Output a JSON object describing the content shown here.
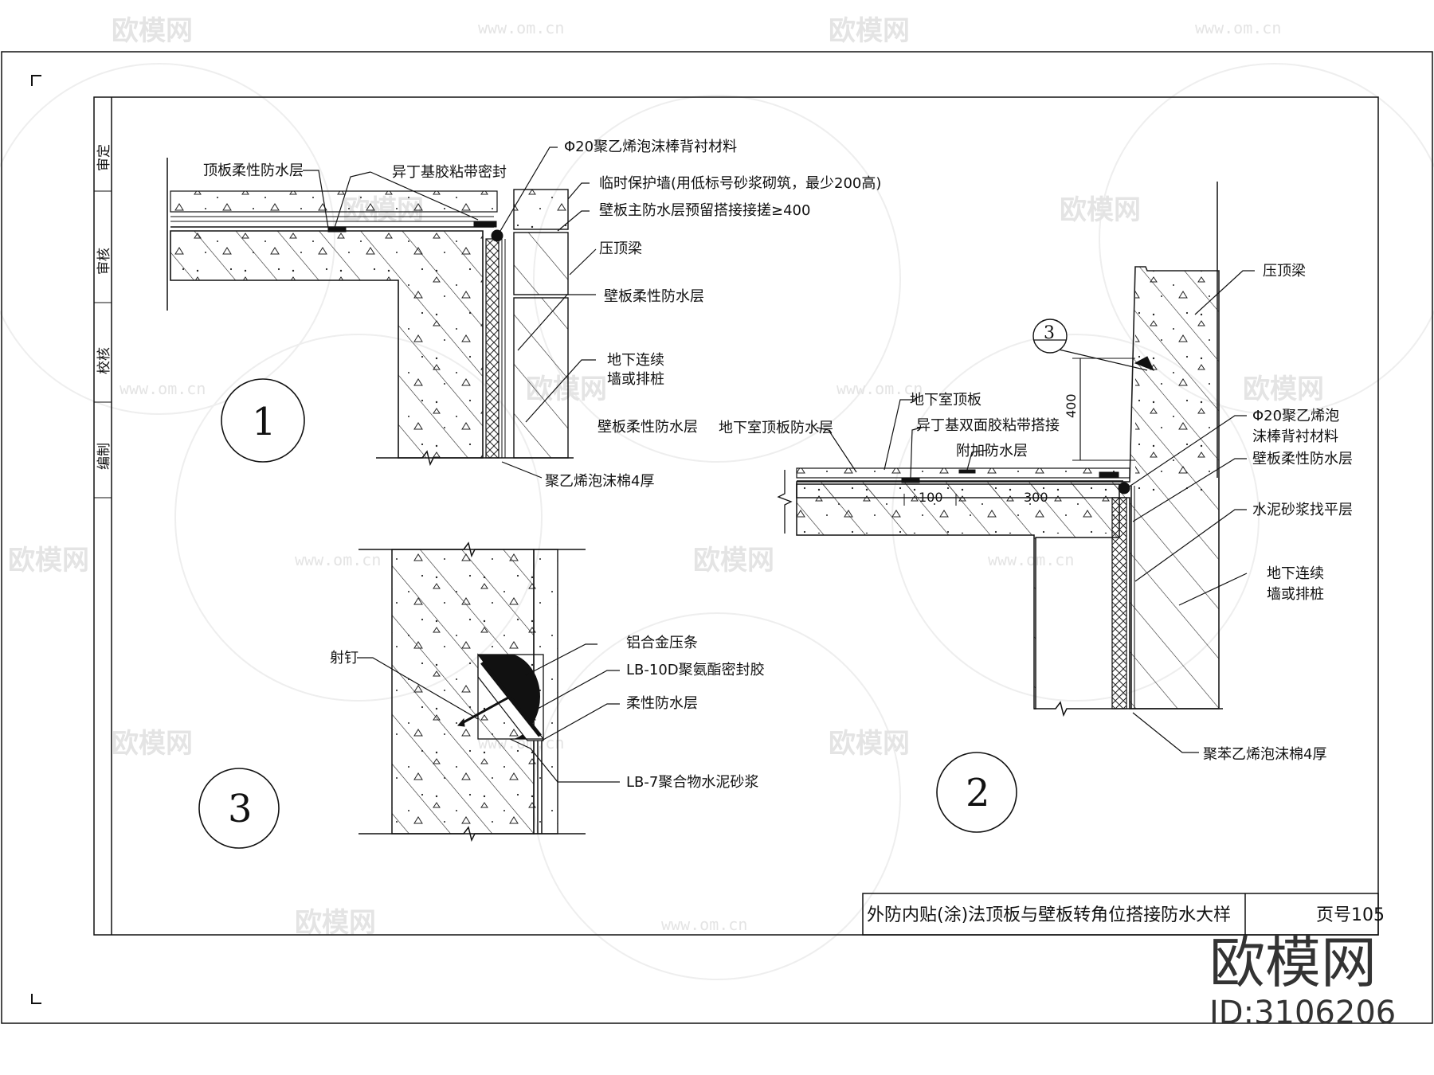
{
  "watermark": {
    "brand": "欧模网",
    "url": "www.om.cn"
  },
  "logo": {
    "brand": "欧模网",
    "id": "ID:3106206"
  },
  "side_stamp": [
    "审定",
    "审核",
    "校核",
    "编制"
  ],
  "title_block": {
    "title": "外防内贴(涂)法顶板与壁板转角位搭接防水大样",
    "page": "页号105"
  },
  "detail1": {
    "number": "1",
    "labels": {
      "roof_membrane": "顶板柔性防水层",
      "butyl_tape": "异丁基胶粘带密封",
      "backer_rod": "Φ20聚乙烯泡沫棒背衬材料",
      "temp_wall": "临时保护墙(用低标号砂浆砌筑，最少200高)",
      "lap_note": "壁板主防水层预留搭接接搓≥400",
      "coping_beam": "压顶梁",
      "wall_membrane_1": "壁板柔性防水层",
      "diaphragm": "地下连续\n墙或排桩",
      "wall_membrane_2": "壁板柔性防水层",
      "pe_foam": "聚乙烯泡沫棉4厚"
    }
  },
  "detail2": {
    "number": "2",
    "ref_mark": "3",
    "labels": {
      "coping_beam": "压顶梁",
      "basement_roof": "地下室顶板",
      "roof_membrane": "地下室顶板防水层",
      "butyl_tape": "异丁基双面胶粘带搭接",
      "extra_layer": "附加防水层",
      "backer_rod": "Φ20聚乙烯泡\n沫棒背衬材料",
      "wall_membrane": "壁板柔性防水层",
      "screed": "水泥砂浆找平层",
      "diaphragm": "地下连续\n墙或排桩",
      "ps_foam": "聚苯乙烯泡沫棉4厚"
    },
    "dims": {
      "height": "400",
      "d1": "100",
      "d2": "300"
    }
  },
  "detail3": {
    "number": "3",
    "labels": {
      "nail": "射钉",
      "al_strip": "铝合金压条",
      "sealant": "LB-10D聚氨酯密封胶",
      "membrane": "柔性防水层",
      "mortar": "LB-7聚合物水泥砂浆"
    }
  }
}
